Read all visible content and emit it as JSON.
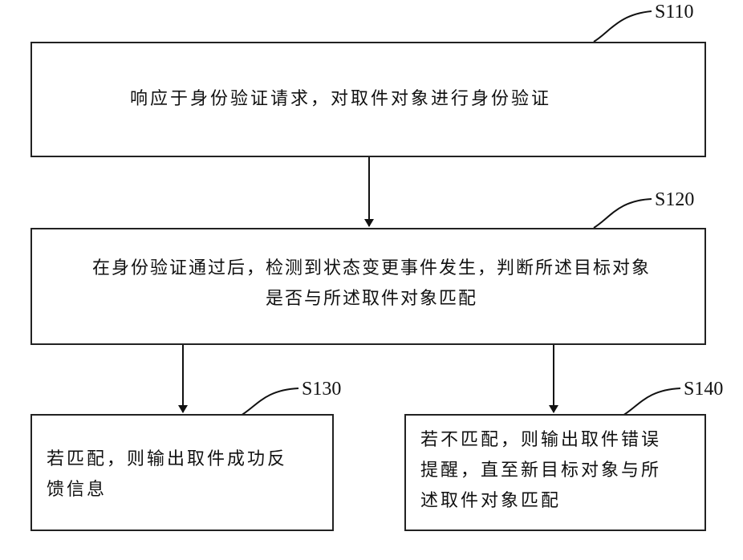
{
  "steps": [
    {
      "id": "S110",
      "text": "响应于身份验证请求，对取件对象进行身份验证"
    },
    {
      "id": "S120",
      "text": "在身份验证通过后，检测到状态变更事件发生，判断所述目标对象\n是否与所述取件对象匹配"
    },
    {
      "id": "S130",
      "text": "若匹配，则输出取件成功反\n馈信息"
    },
    {
      "id": "S140",
      "text": "若不匹配，则输出取件错误\n提醒，直至新目标对象与所\n述取件对象匹配"
    }
  ]
}
